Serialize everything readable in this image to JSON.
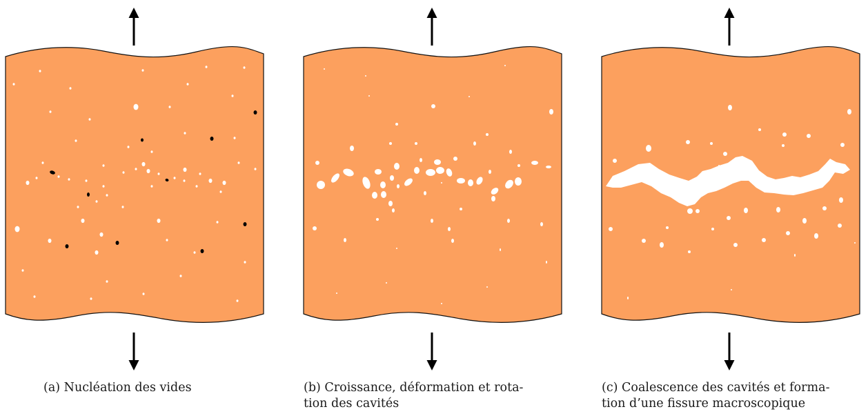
{
  "colors": {
    "matrix": "#fca05e",
    "outline": "#111111",
    "void": "#ffffff",
    "particle": "#000000",
    "arrow": "#000000"
  },
  "panels": [
    {
      "id": "a",
      "caption": "(a) Nucléation des vides",
      "particles": "inclusions-and-small-voids"
    },
    {
      "id": "b",
      "caption_line1": "(b) Croissance, déformation et rota-",
      "caption_line2": "tion des cavités",
      "particles": "grown-elongated-cavities"
    },
    {
      "id": "c",
      "caption_line1": "(c) Coalescence des cavités et forma-",
      "caption_line2": "tion d’une fissure macroscopique",
      "particles": "crack-and-cavities"
    }
  ]
}
